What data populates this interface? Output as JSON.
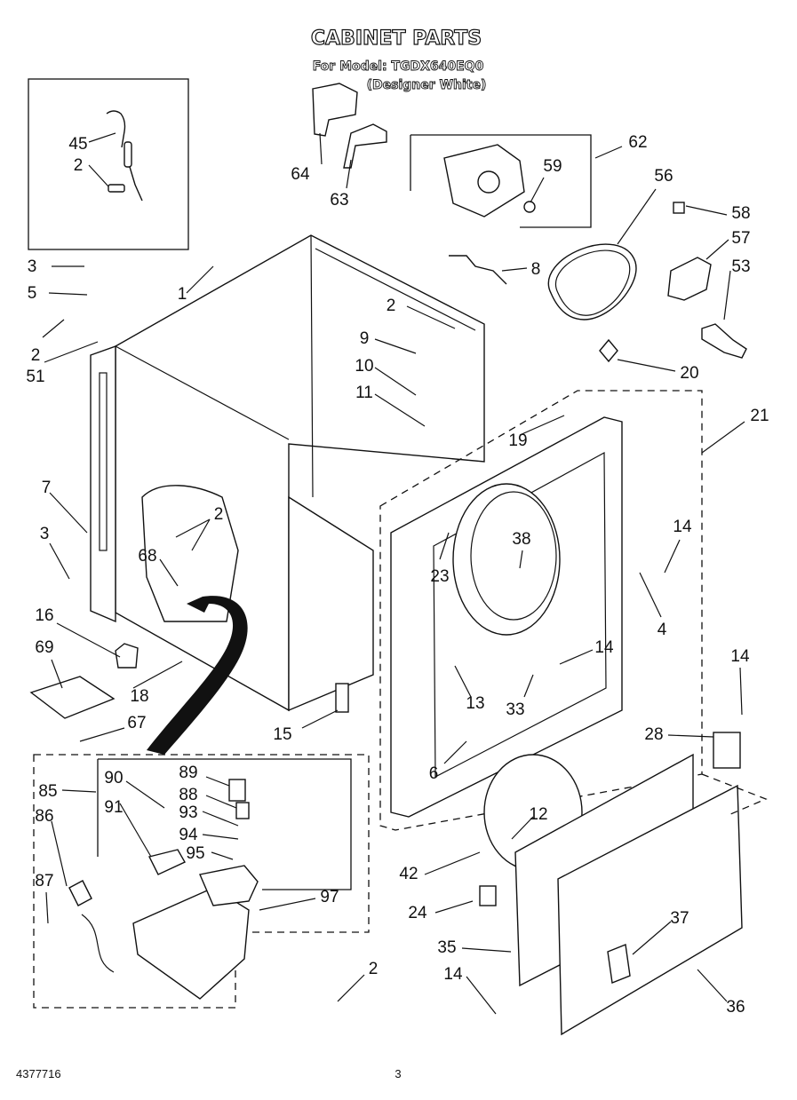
{
  "header": {
    "title": "CABINET PARTS",
    "model_line": "For Model: TGDX640EQ0",
    "color_line": "(Designer White)"
  },
  "callouts": [
    "45",
    "2",
    "64",
    "63",
    "62",
    "59",
    "56",
    "58",
    "57",
    "53",
    "8",
    "3",
    "1",
    "5",
    "2",
    "51",
    "2",
    "9",
    "10",
    "11",
    "20",
    "21",
    "19",
    "7",
    "3",
    "2",
    "68",
    "38",
    "23",
    "14",
    "4",
    "16",
    "69",
    "18",
    "14",
    "13",
    "33",
    "15",
    "67",
    "14",
    "28",
    "85",
    "90",
    "89",
    "88",
    "91",
    "93",
    "94",
    "95",
    "12",
    "86",
    "87",
    "97",
    "42",
    "24",
    "37",
    "35",
    "14",
    "36",
    "2",
    "6"
  ],
  "footer": {
    "doc_number": "4377716",
    "page_number": "3"
  }
}
